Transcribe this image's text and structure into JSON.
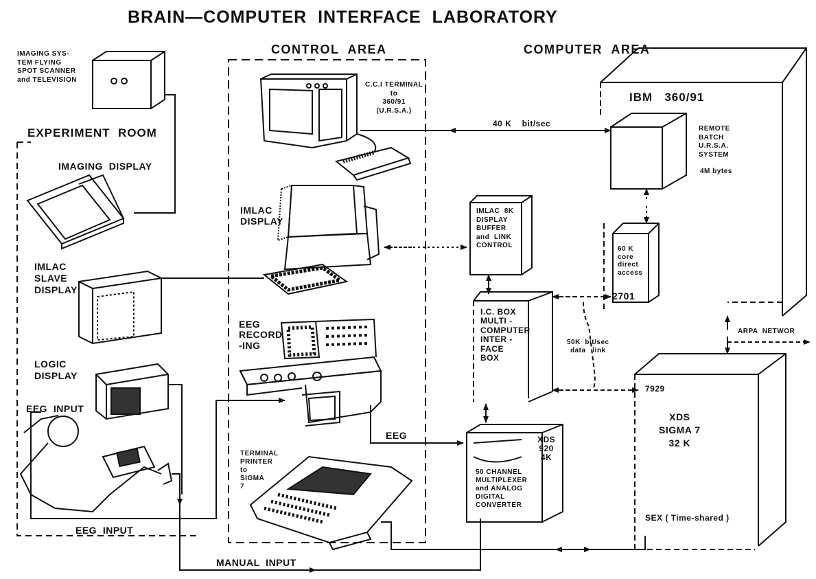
{
  "title": "BRAIN—COMPUTER  INTERFACE  LABORATORY",
  "areas": {
    "control": "CONTROL  AREA",
    "computer": "COMPUTER  AREA",
    "experiment": "EXPERIMENT  ROOM"
  },
  "labels": {
    "imaging_system": "IMAGING SYS-\nTEM FLYING\nSPOT SCANNER\nand TELEVISION",
    "imaging_display": "IMAGING  DISPLAY",
    "imlac_slave": "IMLAC\nSLAVE\nDISPLAY",
    "logic_display": "LOGIC\nDISPLAY",
    "eeg_input_top": "EEG  INPUT",
    "eeg_input_bottom": "EEG  INPUT",
    "cci_terminal": "C.C.I TERMINAL\nto\n360/91\n(U.R.S.A.)",
    "imlac_display": "IMLAC\nDISPLAY",
    "eeg_recording": "EEG\nRECORD\n-ING",
    "terminal_printer": "TERMINAL\nPRINTER\nto\nSIGMA\n7",
    "eeg_line": "EEG",
    "manual_input": "MANUAL  INPUT",
    "link_40k": "40 K    bit/sec",
    "ibm": "IBM   360/91",
    "remote_batch": "REMOTE\nBATCH\nU.R.S.A.\nSYSTEM",
    "mem_4m": "4M bytes",
    "core_60k": "60 K\ncore\ndirect\naccess",
    "unit_2701": "2701",
    "imlac_buffer": "IMLAC  8K\nDISPLAY\nBUFFER\nand  LINK\nCONTROL",
    "ic_box": "I.C. BOX\nMULTI -\nCOMPUTER\nINTER -\nFACE\nBOX",
    "link_50k": "50K  bit/sec\ndata   link",
    "arpa": "ARPA  NETWOR",
    "unit_7929": "7929",
    "xds_sigma": "XDS\nSIGMA 7\n32 K",
    "xds_920": "XDS\n920\n4K",
    "multiplexer": "50 CHANNEL\nMULTIPLEXER\nand ANALOG\nDIGITAL\nCONVERTER",
    "sex": "SEX ( Time-shared )"
  }
}
